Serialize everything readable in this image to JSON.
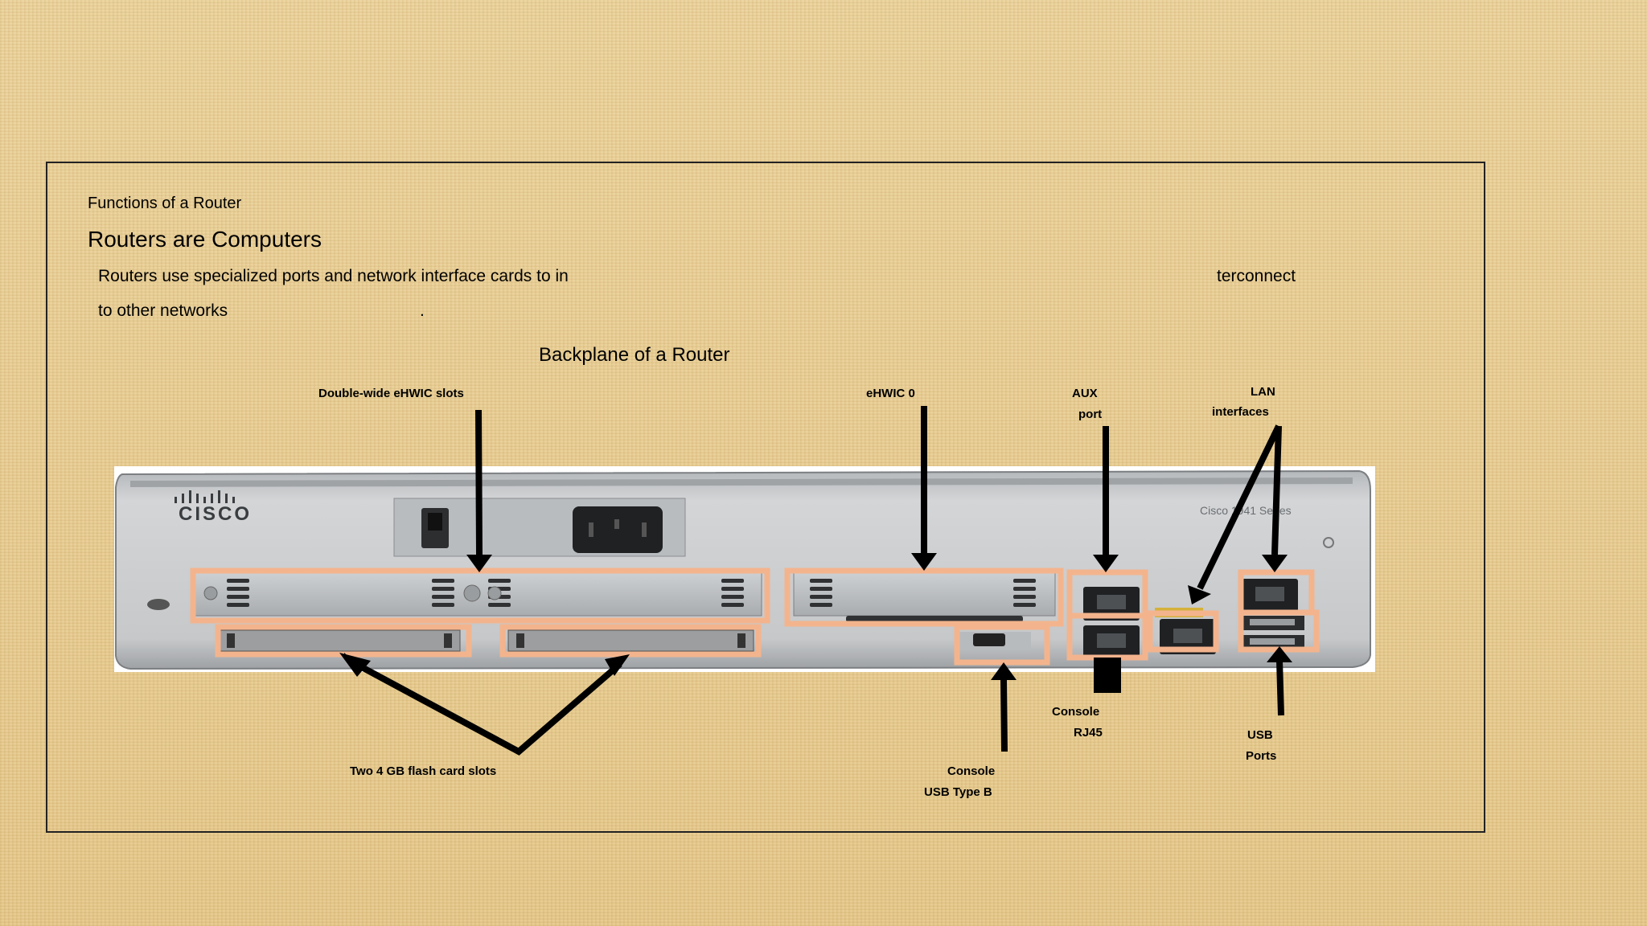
{
  "slide": {
    "subtitle": "Functions of a Router",
    "title": "Routers are Computers",
    "body_line1_a": "Routers use specialized ports and network interface cards to in",
    "body_line1_b": "terconnect",
    "body_line2": "to other networks",
    "body_line2_dot": ".",
    "figure_caption": "Backplane of a Router"
  },
  "router": {
    "brand": "CISCO",
    "series_text": "Cisco 1941 Series"
  },
  "labels": {
    "ehwic_slots": "Double-wide eHWIC slots",
    "ehwic0": "eHWIC 0",
    "aux_line1": "AUX",
    "aux_line2": "port",
    "lan_line1": "LAN",
    "lan_line2": "interfaces",
    "flash_slots": "Two 4 GB flash card slots",
    "console_usb_line1": "Console",
    "console_usb_line2": "USB Type B",
    "console_rj45_line1": "Console",
    "console_rj45_line2": "RJ45",
    "usb_line1": "USB",
    "usb_line2": "Ports"
  },
  "colors": {
    "highlight_box": "#f3b48d",
    "arrow": "#000000",
    "chassis": "#c9cbcd"
  }
}
